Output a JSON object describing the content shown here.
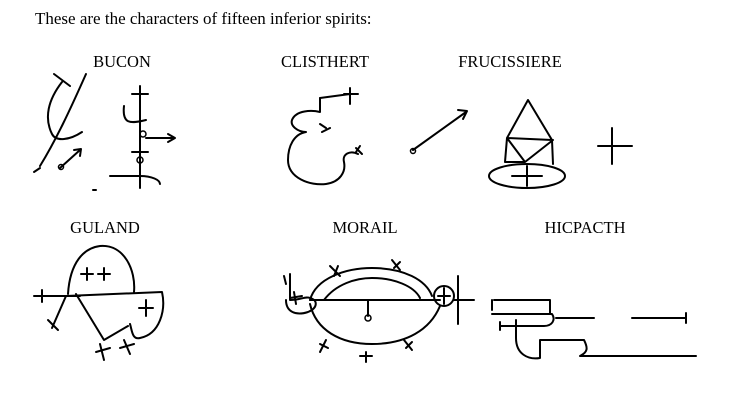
{
  "intro_text": "These are the characters of fifteen inferior spirits:",
  "spirits": [
    {
      "name": "BUCON"
    },
    {
      "name": "CLISTHERT"
    },
    {
      "name": "FRUCISSIERE"
    },
    {
      "name": "GULAND"
    },
    {
      "name": "MORAIL"
    },
    {
      "name": "HICPACTH"
    }
  ]
}
